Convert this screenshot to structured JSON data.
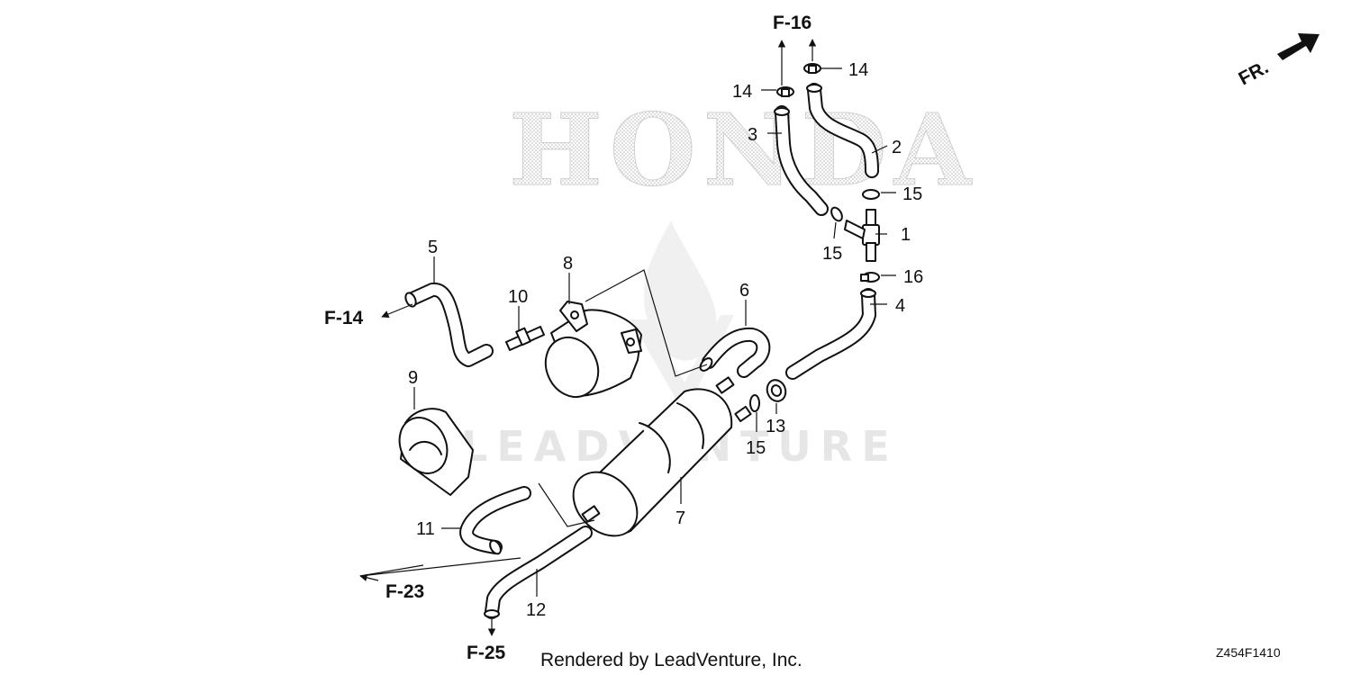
{
  "diagram": {
    "watermarks": {
      "brand": "HONDA",
      "publisher": "LEADVENTURE"
    },
    "direction_label": "FR.",
    "references": {
      "f16": "F-16",
      "f14": "F-14",
      "f23": "F-23",
      "f25": "F-25"
    },
    "callouts": {
      "c1": "1",
      "c2": "2",
      "c3": "3",
      "c4": "4",
      "c5": "5",
      "c6": "6",
      "c7": "7",
      "c8": "8",
      "c9": "9",
      "c10": "10",
      "c11": "11",
      "c12": "12",
      "c13": "13",
      "c14a": "14",
      "c14b": "14",
      "c15a": "15",
      "c15b": "15",
      "c15c": "15",
      "c16": "16"
    },
    "footer": {
      "credit": "Rendered by LeadVenture, Inc.",
      "code": "Z454F1410"
    }
  }
}
